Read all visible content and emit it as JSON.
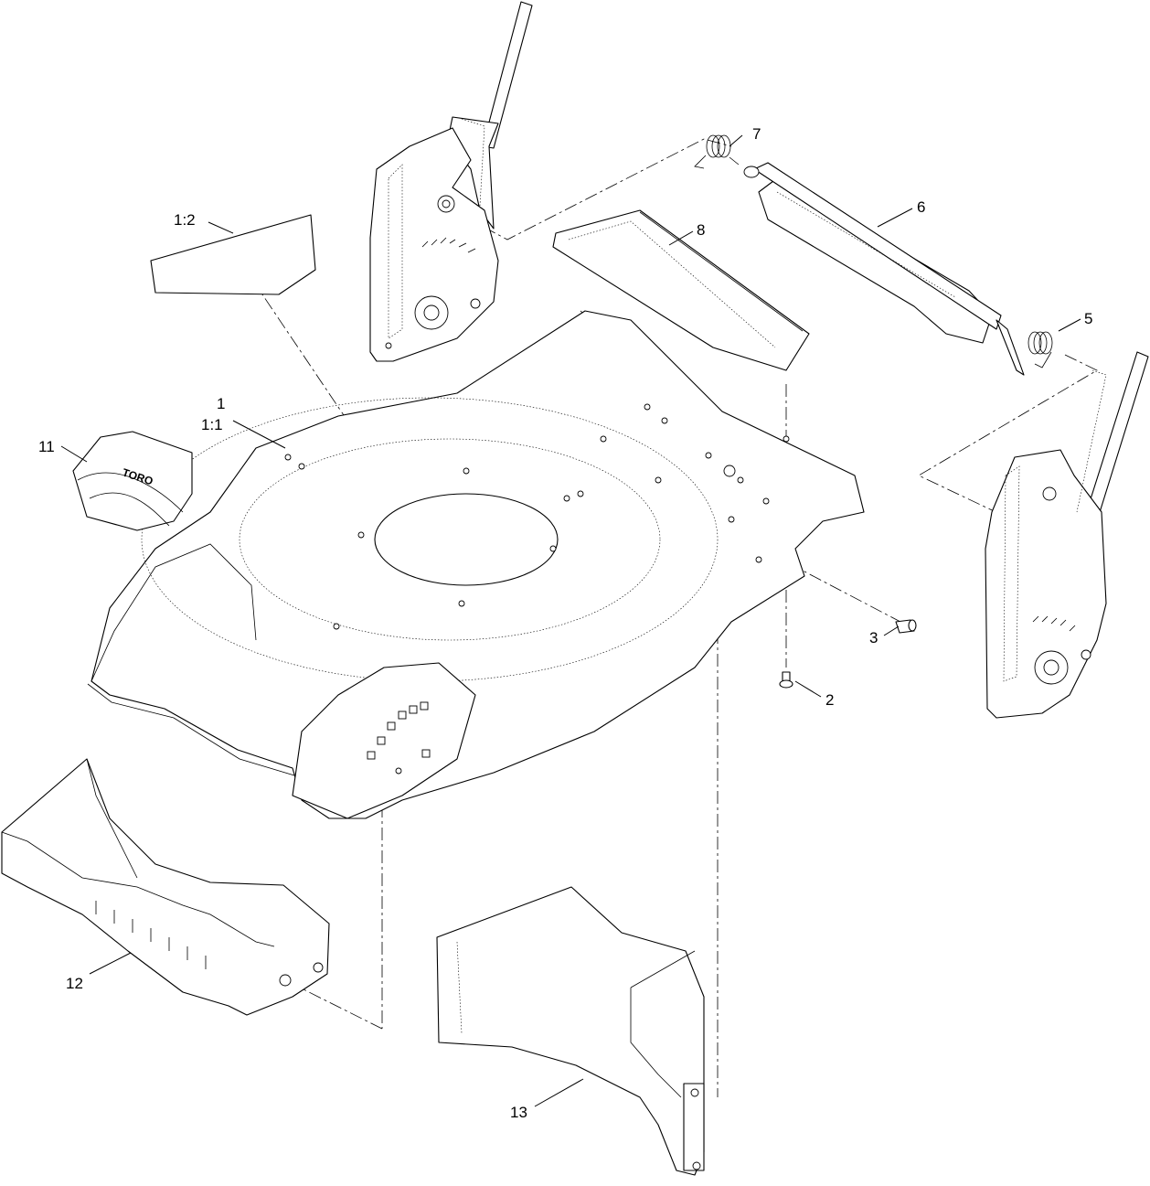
{
  "callouts": {
    "c1": "1",
    "c1_1": "1:1",
    "c1_2": "1:2",
    "c2": "2",
    "c3": "3",
    "c5": "5",
    "c6": "6",
    "c7": "7",
    "c8": "8",
    "c11": "11",
    "c12": "12",
    "c13": "13"
  },
  "decal": {
    "logo": "TORO"
  }
}
